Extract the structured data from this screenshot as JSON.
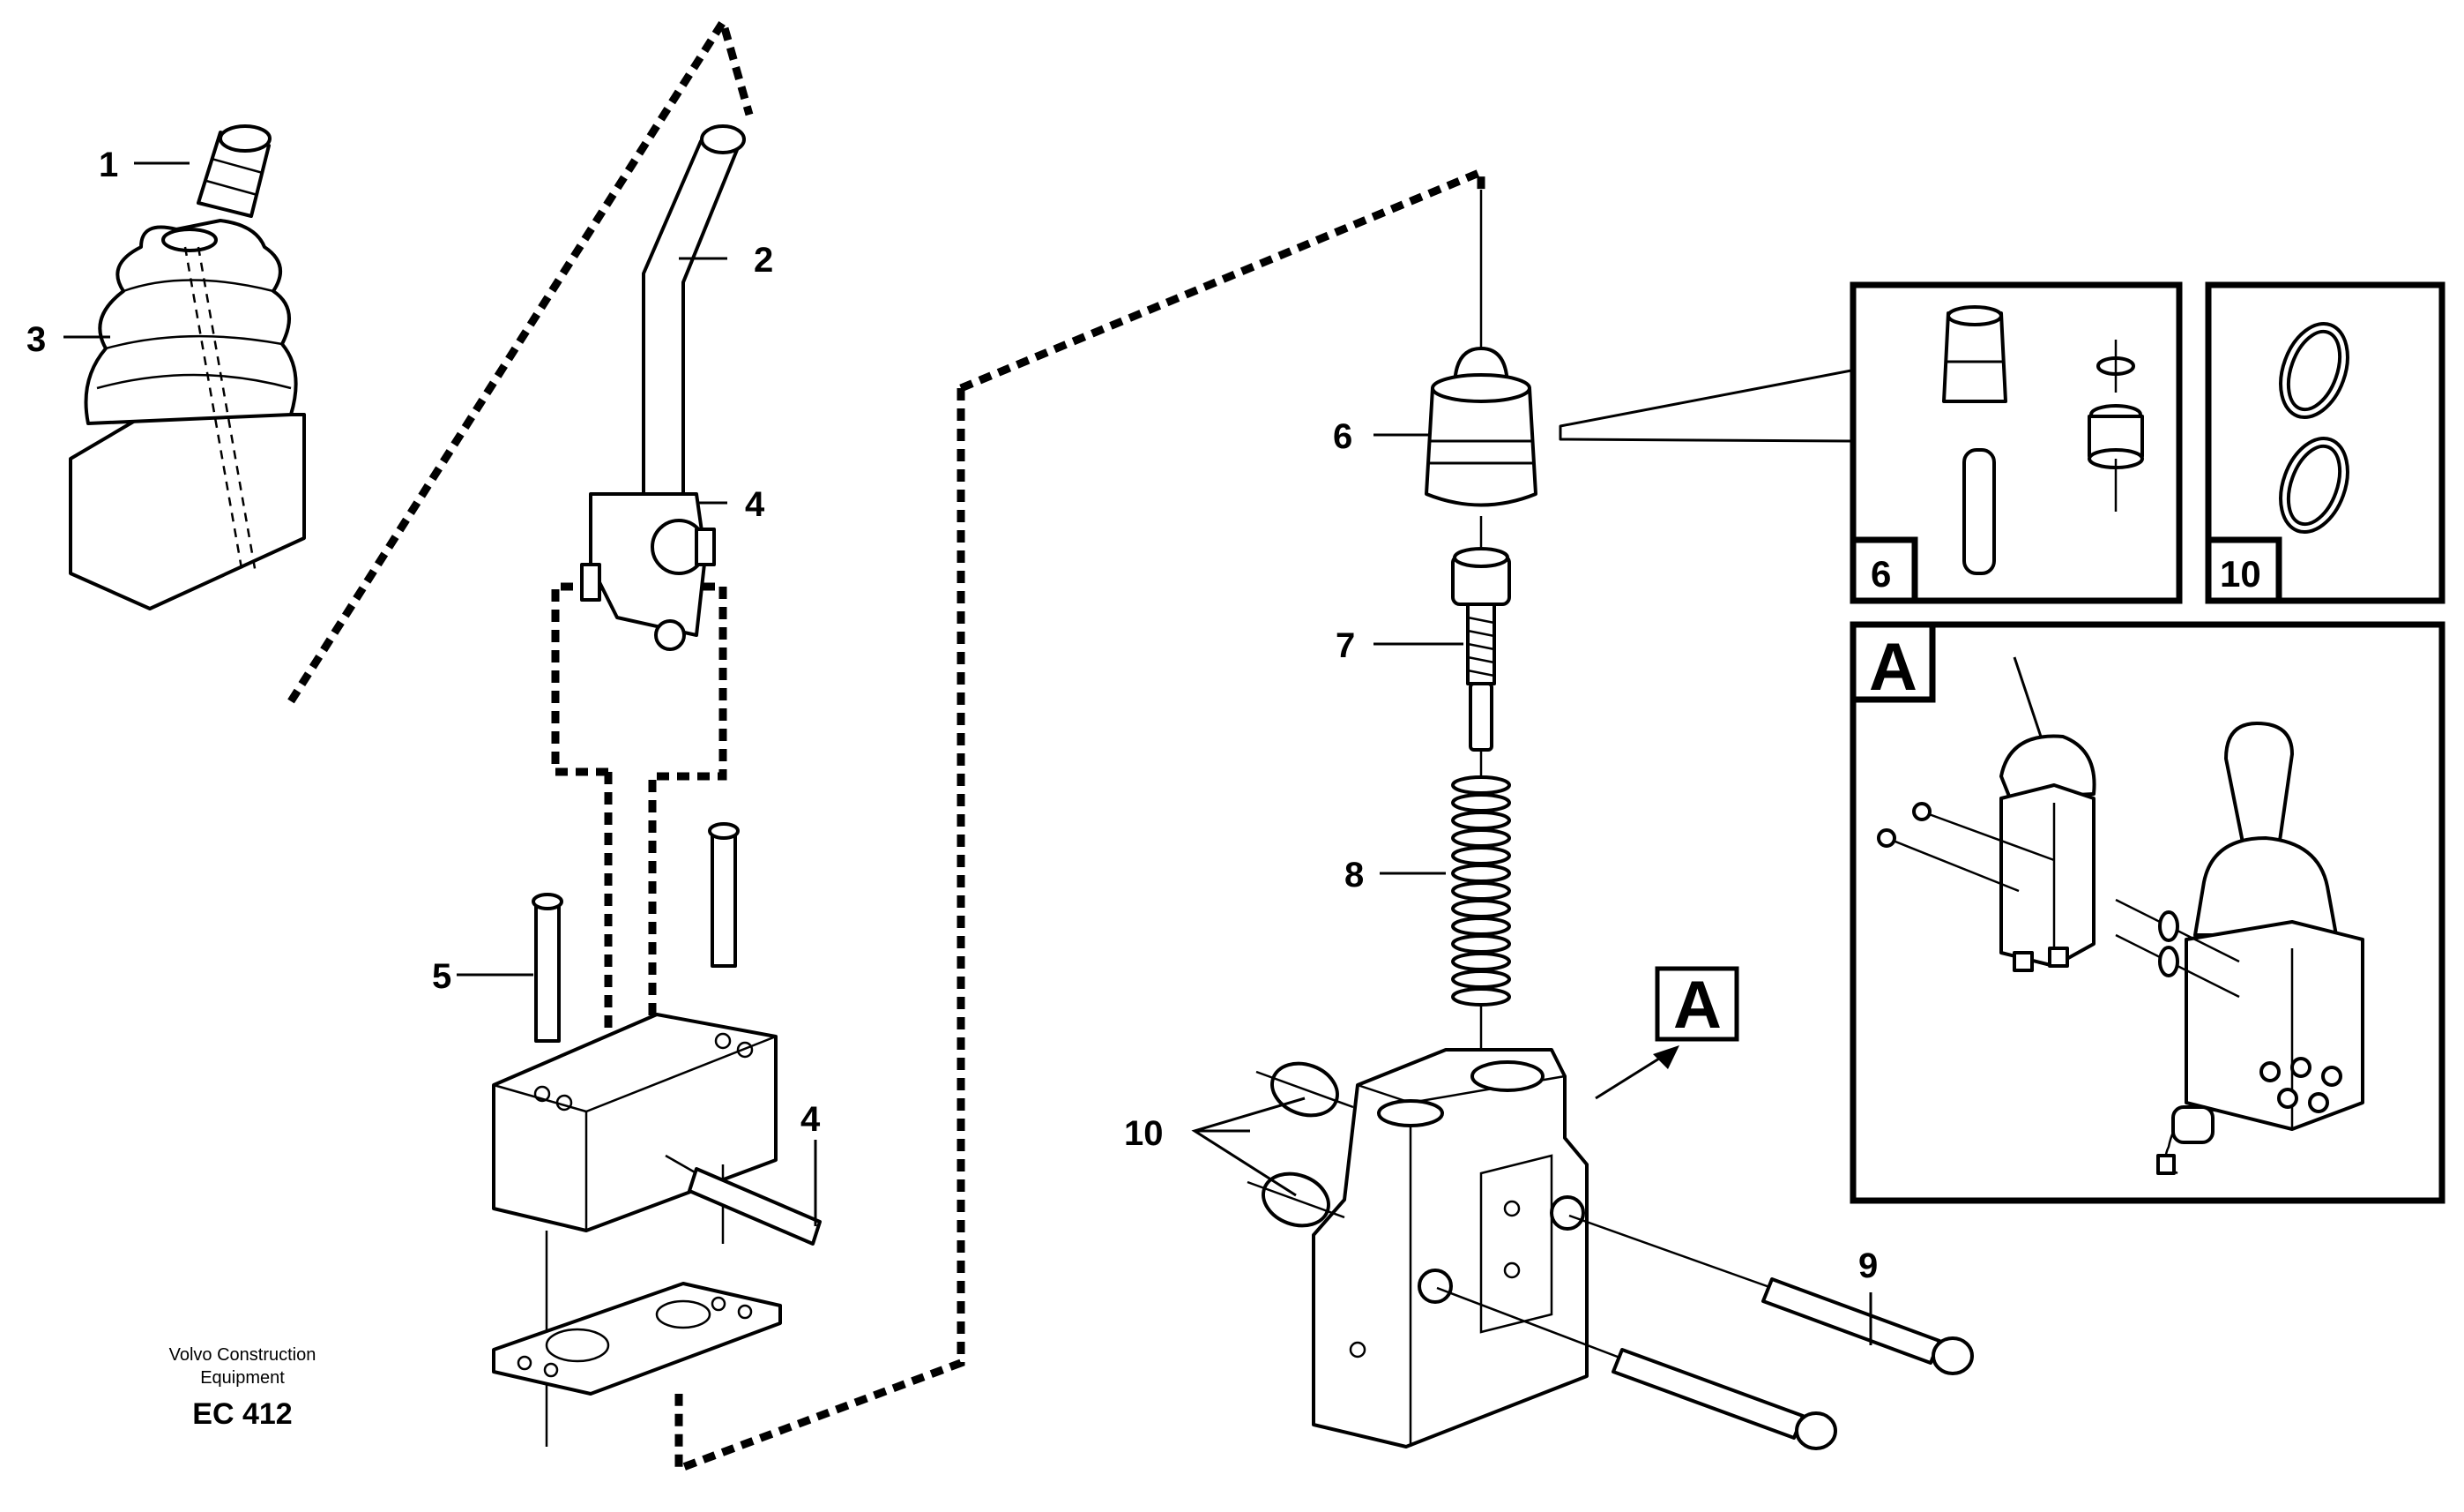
{
  "branding": {
    "line1": "Volvo Construction",
    "line2": "Equipment"
  },
  "drawing_code": "EC 412",
  "callouts": {
    "c1": "1",
    "c2": "2",
    "c3": "3",
    "c4a": "4",
    "c4b": "4",
    "c5": "5",
    "c6": "6",
    "c7": "7",
    "c8": "8",
    "c9": "9",
    "c10": "10"
  },
  "detail_views": {
    "view_6": "6",
    "view_10": "10",
    "view_a": "A"
  },
  "section_marker": "A"
}
